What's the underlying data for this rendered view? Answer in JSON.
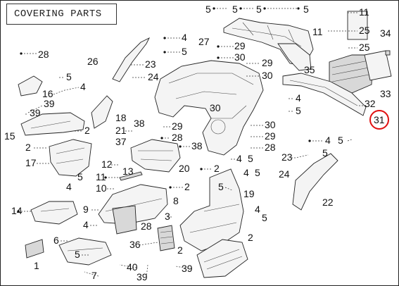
{
  "title": "COVERING PARTS",
  "highlight": {
    "label": "31",
    "color": "#e01010"
  },
  "callouts": [
    {
      "id": "c5a",
      "text": "5"
    },
    {
      "id": "c5b",
      "text": "5"
    },
    {
      "id": "c5c",
      "text": "5"
    },
    {
      "id": "c5d",
      "text": "5"
    },
    {
      "id": "c11a",
      "text": "11"
    },
    {
      "id": "c11b",
      "text": "11"
    },
    {
      "id": "c25a",
      "text": "25"
    },
    {
      "id": "c25b",
      "text": "25"
    },
    {
      "id": "c34",
      "text": "34"
    },
    {
      "id": "c4a",
      "text": "4"
    },
    {
      "id": "c5e",
      "text": "5"
    },
    {
      "id": "c27",
      "text": "27"
    },
    {
      "id": "c29a",
      "text": "29"
    },
    {
      "id": "c30a",
      "text": "30"
    },
    {
      "id": "c28a",
      "text": "28"
    },
    {
      "id": "c26",
      "text": "26"
    },
    {
      "id": "c23a",
      "text": "23"
    },
    {
      "id": "c24a",
      "text": "24"
    },
    {
      "id": "c29b",
      "text": "29"
    },
    {
      "id": "c30b",
      "text": "30"
    },
    {
      "id": "c35",
      "text": "35"
    },
    {
      "id": "c5f",
      "text": "5"
    },
    {
      "id": "c16",
      "text": "16"
    },
    {
      "id": "c4b",
      "text": "4"
    },
    {
      "id": "c39a",
      "text": "39"
    },
    {
      "id": "c39b",
      "text": "39"
    },
    {
      "id": "c18",
      "text": "18"
    },
    {
      "id": "c38a",
      "text": "38"
    },
    {
      "id": "c30c",
      "text": "30"
    },
    {
      "id": "c4c",
      "text": "4"
    },
    {
      "id": "c5g",
      "text": "5"
    },
    {
      "id": "c32",
      "text": "32"
    },
    {
      "id": "c33",
      "text": "33"
    },
    {
      "id": "c31",
      "text": "31"
    },
    {
      "id": "c15",
      "text": "15"
    },
    {
      "id": "c2a",
      "text": "2"
    },
    {
      "id": "c21",
      "text": "21"
    },
    {
      "id": "c29c",
      "text": "29"
    },
    {
      "id": "c30d",
      "text": "30"
    },
    {
      "id": "c4d",
      "text": "4"
    },
    {
      "id": "c5h",
      "text": "5"
    },
    {
      "id": "c2b",
      "text": "2"
    },
    {
      "id": "c37",
      "text": "37"
    },
    {
      "id": "c28b",
      "text": "28"
    },
    {
      "id": "c38b",
      "text": "38"
    },
    {
      "id": "c29d",
      "text": "29"
    },
    {
      "id": "c28c",
      "text": "28"
    },
    {
      "id": "c17",
      "text": "17"
    },
    {
      "id": "c12",
      "text": "12"
    },
    {
      "id": "c4e",
      "text": "4"
    },
    {
      "id": "c5i",
      "text": "5"
    },
    {
      "id": "c23b",
      "text": "23"
    },
    {
      "id": "c5j",
      "text": "5"
    },
    {
      "id": "c20",
      "text": "20"
    },
    {
      "id": "c2c",
      "text": "2"
    },
    {
      "id": "c4f",
      "text": "4"
    },
    {
      "id": "c5k",
      "text": "5"
    },
    {
      "id": "c11c",
      "text": "11"
    },
    {
      "id": "c13",
      "text": "13"
    },
    {
      "id": "c24b",
      "text": "24"
    },
    {
      "id": "c5l",
      "text": "5"
    },
    {
      "id": "c4g",
      "text": "4"
    },
    {
      "id": "c10",
      "text": "10"
    },
    {
      "id": "c2d",
      "text": "2"
    },
    {
      "id": "c5m",
      "text": "5"
    },
    {
      "id": "c19",
      "text": "19"
    },
    {
      "id": "c8",
      "text": "8"
    },
    {
      "id": "c22",
      "text": "22"
    },
    {
      "id": "c14",
      "text": "14"
    },
    {
      "id": "c9",
      "text": "9"
    },
    {
      "id": "c4h",
      "text": "4"
    },
    {
      "id": "c5n",
      "text": "5"
    },
    {
      "id": "c3",
      "text": "3"
    },
    {
      "id": "c4i",
      "text": "4"
    },
    {
      "id": "c28d",
      "text": "28"
    },
    {
      "id": "c2e",
      "text": "2"
    },
    {
      "id": "c6",
      "text": "6"
    },
    {
      "id": "c36",
      "text": "36"
    },
    {
      "id": "c2f",
      "text": "2"
    },
    {
      "id": "c5o",
      "text": "5"
    },
    {
      "id": "c40",
      "text": "40"
    },
    {
      "id": "c7",
      "text": "7"
    },
    {
      "id": "c39c",
      "text": "39"
    },
    {
      "id": "c39d",
      "text": "39"
    },
    {
      "id": "c1",
      "text": "1"
    }
  ]
}
